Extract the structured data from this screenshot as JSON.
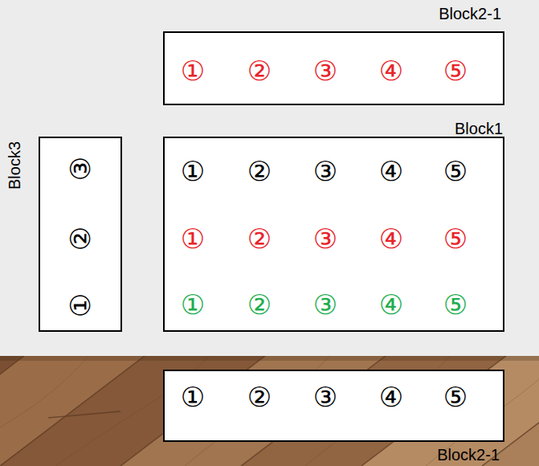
{
  "diagram": {
    "nodes": [
      {
        "text": [
          "Block2-1",
          "①",
          "②",
          "③",
          "④",
          "⑤"
        ]
      },
      {
        "text": [
          "Block3",
          "③",
          "②",
          "①"
        ]
      },
      {
        "text": [
          "Block1",
          "①",
          "②",
          "③",
          "④",
          "⑤",
          "①",
          "②",
          "③",
          "④",
          "⑤",
          "①",
          "②",
          "③",
          "④",
          "⑤"
        ]
      },
      {
        "text": [
          "Block2-1",
          "①",
          "②",
          "③",
          "④",
          "⑤"
        ]
      }
    ]
  }
}
